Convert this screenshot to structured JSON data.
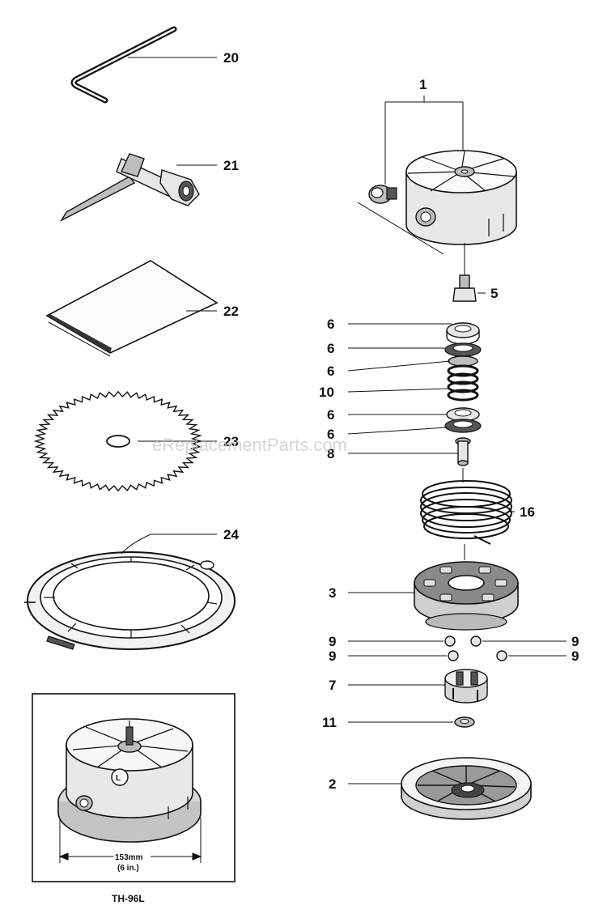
{
  "watermark": "eReplacementParts.com",
  "callouts": {
    "c20": "20",
    "c21": "21",
    "c22": "22",
    "c23": "23",
    "c24": "24",
    "c1": "1",
    "c5": "5",
    "c6a": "6",
    "c6b": "6",
    "c6c": "6",
    "c10": "10",
    "c6d": "6",
    "c6e": "6",
    "c8": "8",
    "c16": "16",
    "c3": "3",
    "c9a": "9",
    "c9b": "9",
    "c9c": "9",
    "c9d": "9",
    "c7": "7",
    "c11": "11",
    "c2": "2"
  },
  "inset": {
    "dimension_mm": "153mm",
    "dimension_in": "(6 in.)",
    "caption": "TH-96L",
    "badge": "L"
  }
}
